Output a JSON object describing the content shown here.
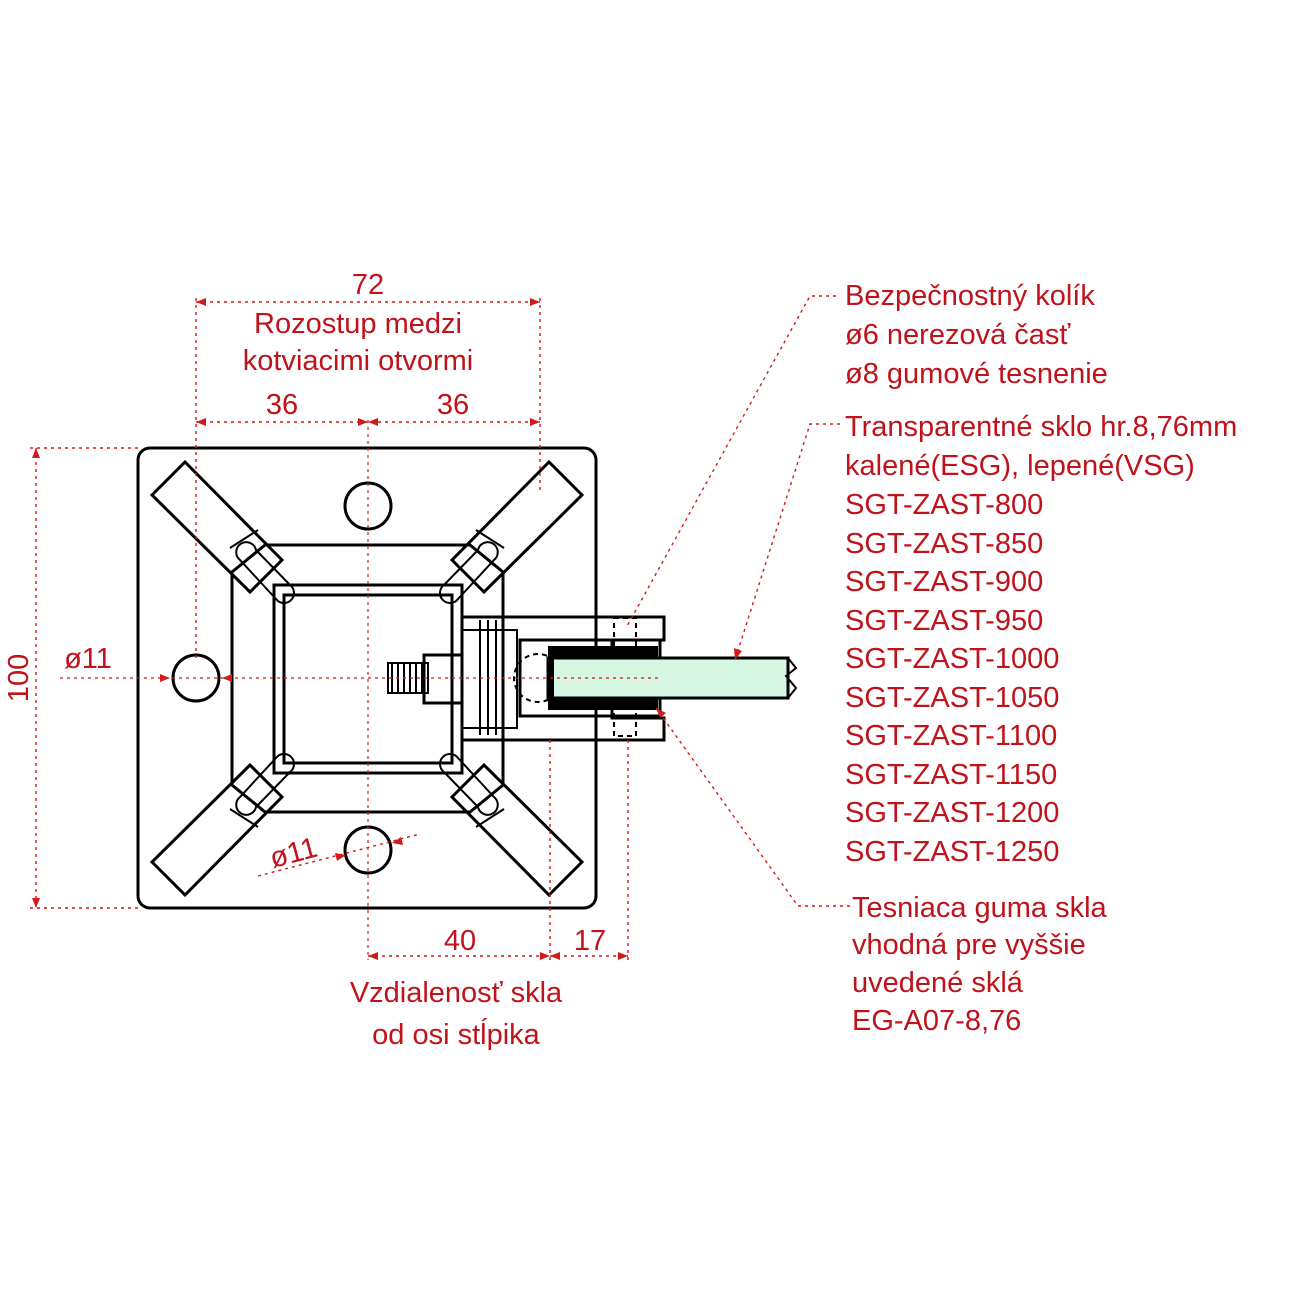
{
  "dimensions": {
    "spacing_total": "72",
    "spacing_label_line1": "Rozostup medzi",
    "spacing_label_line2": "kotviacimi otvormi",
    "half_left": "36",
    "half_right": "36",
    "height": "100",
    "hole_left": "ø11",
    "hole_bottom": "ø11",
    "glass_distance": "40",
    "clamp_depth": "17",
    "distance_label_line1": "Vzdialenosť skla",
    "distance_label_line2": "od osi stĺpika"
  },
  "callouts": {
    "pin": [
      "Bezpečnostný kolík",
      "ø6 nerezová časť",
      "ø8 gumové tesnenie"
    ],
    "glass": [
      "Transparentné sklo hr.8,76mm",
      "kalené(ESG), lepené(VSG)",
      "SGT-ZAST-800",
      "SGT-ZAST-850",
      "SGT-ZAST-900",
      "SGT-ZAST-950",
      "SGT-ZAST-1000",
      "SGT-ZAST-1050",
      "SGT-ZAST-1100",
      "SGT-ZAST-1150",
      "SGT-ZAST-1200",
      "SGT-ZAST-1250"
    ],
    "rubber": [
      "Tesniaca guma skla",
      "vhodná pre vyššie",
      "uvedené sklá",
      "EG-A07-8,76"
    ]
  },
  "colors": {
    "annotation": "#c0121b",
    "outline": "#000000",
    "glass": "#d6f7e3",
    "rubber": "#000000"
  }
}
